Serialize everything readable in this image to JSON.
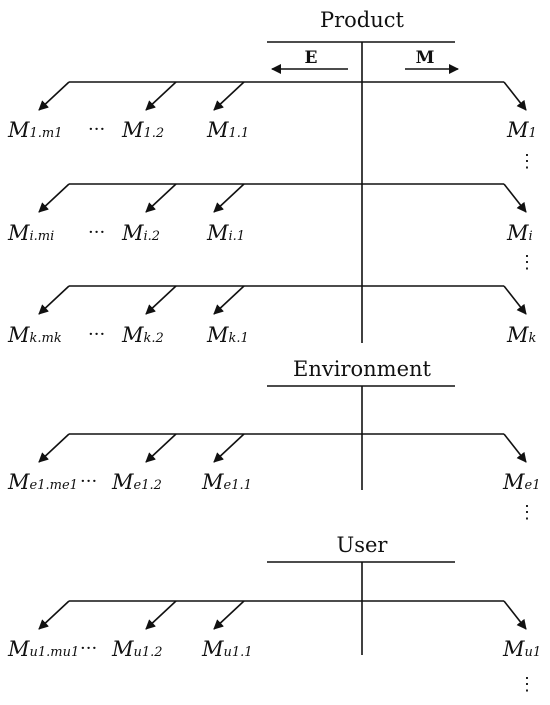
{
  "sections": {
    "product": {
      "title": "Product",
      "arrow_left_label": "E",
      "arrow_right_label": "M"
    },
    "environment": {
      "title": "Environment"
    },
    "user": {
      "title": "User"
    }
  },
  "ellipsis_h": "···",
  "ellipsis_v": "⋮",
  "nodes": {
    "row1": {
      "a": "M",
      "a_sub": "1.m1",
      "b": "M",
      "b_sub": "1.2",
      "c": "M",
      "c_sub": "1.1",
      "r": "M",
      "r_sub": "1"
    },
    "rowi": {
      "a": "M",
      "a_sub": "i.mi",
      "b": "M",
      "b_sub": "i.2",
      "c": "M",
      "c_sub": "i.1",
      "r": "M",
      "r_sub": "i"
    },
    "rowk": {
      "a": "M",
      "a_sub": "k.mk",
      "b": "M",
      "b_sub": "k.2",
      "c": "M",
      "c_sub": "k.1",
      "r": "M",
      "r_sub": "k"
    },
    "rowe": {
      "a": "M",
      "a_sub": "e1.me1",
      "b": "M",
      "b_sub": "e1.2",
      "c": "M",
      "c_sub": "e1.1",
      "r": "M",
      "r_sub": "e1"
    },
    "rowu": {
      "a": "M",
      "a_sub": "u1.mu1",
      "b": "M",
      "b_sub": "u1.2",
      "c": "M",
      "c_sub": "u1.1",
      "r": "M",
      "r_sub": "u1"
    }
  }
}
